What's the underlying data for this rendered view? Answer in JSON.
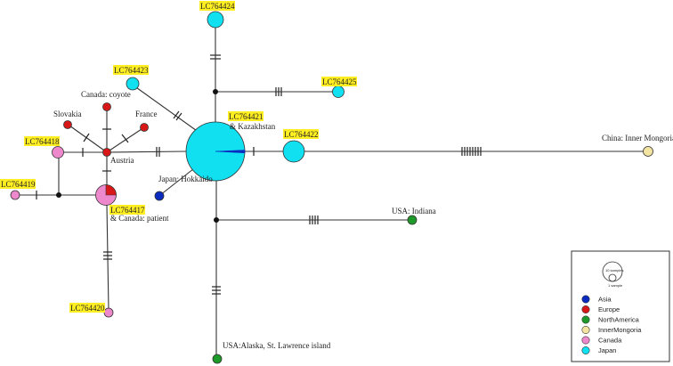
{
  "labels": {
    "lc764424": "LC764424",
    "lc764423": "LC764423",
    "lc764425": "LC764425",
    "lc764421": "LC764421",
    "kazakhstan": "& Kazakhstan",
    "lc764422": "LC764422",
    "lc764418": "LC764418",
    "lc764419": "LC764419",
    "lc764417": "LC764417",
    "canada_patient": "& Canada: patient",
    "lc764420": "LC764420",
    "canada_coyote": "Canada: coyote",
    "slovakia": "Slovakia",
    "france": "France",
    "austria": "Austria",
    "japan_hokkaido": "Japan: Hokkaido",
    "china_inner_mongoria": "China: Inner Mongoria",
    "usa_indiana": "USA: Indiana",
    "usa_alaska": "USA:Alaska, St. Lawrence island"
  },
  "legend": {
    "scale_large": "10 samples",
    "scale_small": "1 sample",
    "items": [
      {
        "label": "Asia",
        "color": "#0a2bbf"
      },
      {
        "label": "Europe",
        "color": "#d81818"
      },
      {
        "label": "NorthAmerica",
        "color": "#1e9a2a"
      },
      {
        "label": "InnerMongoria",
        "color": "#f4e4a2"
      },
      {
        "label": "Canada",
        "color": "#ee88cc"
      },
      {
        "label": "Japan",
        "color": "#10e0f0"
      }
    ]
  }
}
